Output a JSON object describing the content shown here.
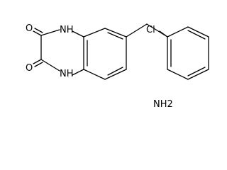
{
  "molecule": {
    "atom_labels": {
      "oxygen_top": "O",
      "oxygen_bottom": "O",
      "nh_top": "NH",
      "nh_bottom": "NH",
      "chlorine": "Cl",
      "amine": "NH2"
    }
  },
  "colors": {
    "bond": "#000000",
    "background": "#ffffff"
  }
}
